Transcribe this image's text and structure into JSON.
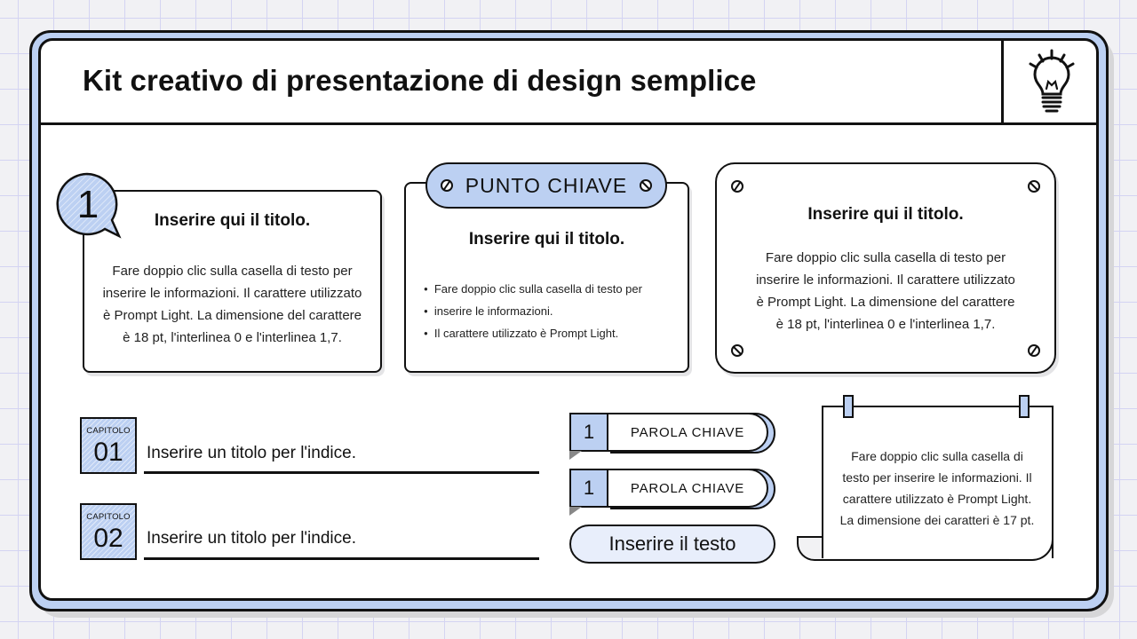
{
  "header": {
    "title": "Kit creativo di presentazione di design semplice",
    "icon": "lightbulb-icon"
  },
  "cards": [
    {
      "badge_number": "1",
      "title": "Inserire qui il titolo.",
      "body_lines": [
        "Fare doppio clic sulla casella di testo per",
        "inserire le informazioni. Il carattere utilizzato",
        "è Prompt Light. La dimensione del carattere",
        "è 18 pt, l'interlinea 0 e l'interlinea 1,7."
      ]
    },
    {
      "header_label": "PUNTO CHIAVE",
      "title": "Inserire qui il titolo.",
      "bullets": [
        "Fare doppio clic sulla casella di testo per",
        "inserire le informazioni.",
        "Il carattere utilizzato è Prompt Light."
      ]
    },
    {
      "title": "Inserire qui il titolo.",
      "body_lines": [
        "Fare doppio clic sulla casella di testo per",
        "inserire le informazioni. Il carattere utilizzato",
        "è Prompt Light. La dimensione del carattere",
        "è 18 pt, l'interlinea 0 e l'interlinea 1,7."
      ]
    }
  ],
  "chapters": [
    {
      "label": "CAPITOLO",
      "number": "01",
      "title": "Inserire un titolo per l'indice."
    },
    {
      "label": "CAPITOLO",
      "number": "02",
      "title": "Inserire un titolo per l'indice."
    }
  ],
  "keywords": [
    {
      "number": "1",
      "label": "PAROLA CHIAVE"
    },
    {
      "number": "1",
      "label": "PAROLA CHIAVE"
    }
  ],
  "text_pill": {
    "label": "Inserire il testo"
  },
  "scroll": {
    "body_lines": [
      "Fare doppio clic sulla casella di",
      "testo per inserire le informazioni. Il",
      "carattere utilizzato è Prompt Light.",
      "La dimensione dei caratteri è 17 pt."
    ]
  },
  "colors": {
    "accent_blue": "#bcd0f2",
    "outline": "#111111",
    "background": "#f1f1f4",
    "grid": "#d4d4f2"
  }
}
